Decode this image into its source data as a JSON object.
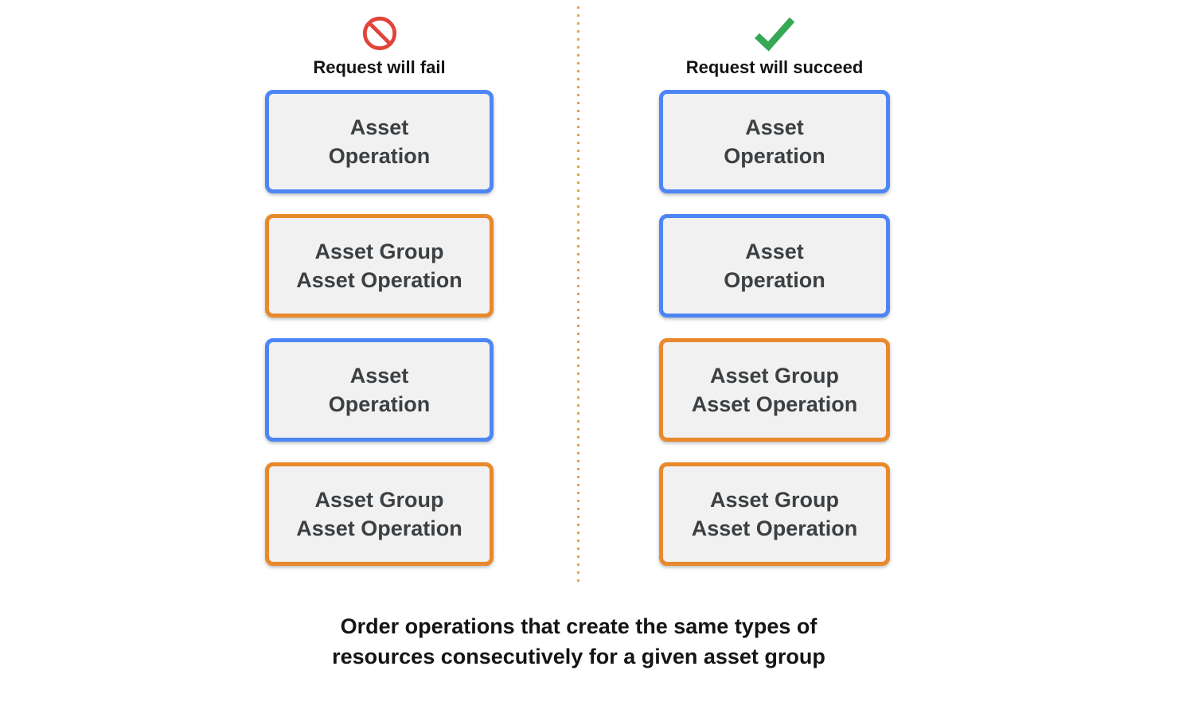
{
  "columns": {
    "fail": {
      "icon": "prohibition-icon",
      "heading": "Request will fail",
      "boxes": [
        {
          "line1": "Asset",
          "line2": "Operation",
          "variant": "blue"
        },
        {
          "line1": "Asset Group",
          "line2": "Asset Operation",
          "variant": "orange"
        },
        {
          "line1": "Asset",
          "line2": "Operation",
          "variant": "blue"
        },
        {
          "line1": "Asset Group",
          "line2": "Asset Operation",
          "variant": "orange"
        }
      ]
    },
    "succeed": {
      "icon": "checkmark-icon",
      "heading": "Request will succeed",
      "boxes": [
        {
          "line1": "Asset",
          "line2": "Operation",
          "variant": "blue"
        },
        {
          "line1": "Asset",
          "line2": "Operation",
          "variant": "blue"
        },
        {
          "line1": "Asset Group",
          "line2": "Asset Operation",
          "variant": "orange"
        },
        {
          "line1": "Asset Group",
          "line2": "Asset Operation",
          "variant": "orange"
        }
      ]
    }
  },
  "caption": {
    "line1": "Order operations that create the same types of",
    "line2": "resources consecutively for a given asset group"
  },
  "colors": {
    "blue_box_border": "#4d86f4",
    "orange_box_border": "#e8892b",
    "box_background": "#f1f1f1",
    "box_text": "#3c4043",
    "heading_text": "#141414",
    "fail_icon_red": "#e1443a",
    "success_icon_green": "#34a853",
    "divider_dots_orange": "#eba046"
  }
}
